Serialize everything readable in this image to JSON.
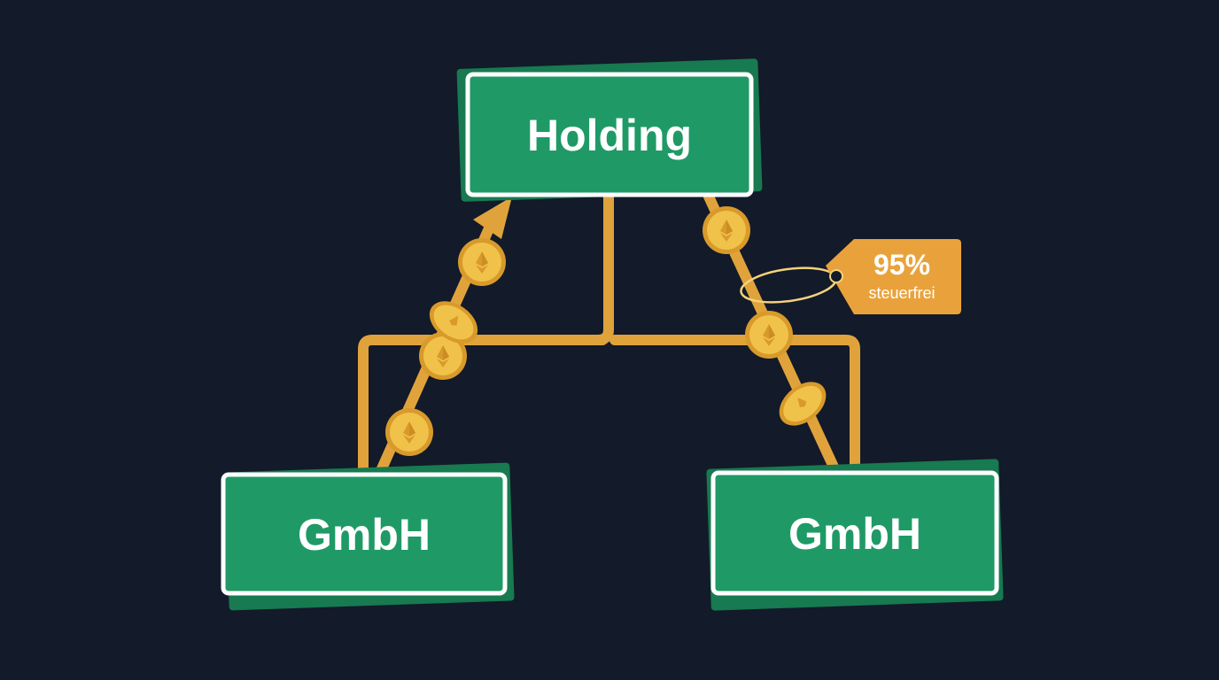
{
  "diagram": {
    "nodes": {
      "holding": {
        "label": "Holding"
      },
      "left_subsidiary": {
        "label": "GmbH"
      },
      "right_subsidiary": {
        "label": "GmbH"
      }
    },
    "tag": {
      "percent": "95%",
      "text": "steuerfrei"
    },
    "colors": {
      "background": "#131a29",
      "node_fill": "#1f9a66",
      "node_shadow": "#177a50",
      "node_border": "#ffffff",
      "connector": "#e0a33c",
      "coin_fill": "#f1c24a",
      "coin_edge": "#d89a2b",
      "tag_fill": "#e9a23b"
    },
    "icons": {
      "coin": "ethereum-coin-icon",
      "arrow": "arrow-up-icon",
      "tag": "price-tag-icon"
    }
  }
}
